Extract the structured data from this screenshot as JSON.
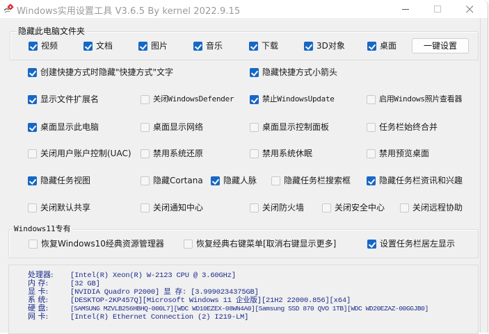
{
  "window": {
    "title": "Windows实用设置工具 V3.6.5 By kernel 2022.9.15",
    "controls": {
      "minimize": "minimize",
      "maximize": "maximize",
      "close": "close"
    }
  },
  "hide_folders_group": {
    "title": "隐藏此电脑文件夹",
    "items": [
      {
        "label": "视频",
        "checked": true
      },
      {
        "label": "文档",
        "checked": true
      },
      {
        "label": "图片",
        "checked": true
      },
      {
        "label": "音乐",
        "checked": true
      },
      {
        "label": "下载",
        "checked": true
      },
      {
        "label": "3D对象",
        "checked": true
      },
      {
        "label": "桌面",
        "checked": true
      }
    ],
    "apply_button": "一键设置"
  },
  "options": [
    {
      "label": "创建快捷方式时隐藏\"快捷方式\"文字",
      "checked": true
    },
    {
      "label": "隐藏快捷方式小箭头",
      "checked": true
    },
    {
      "label": "显示文件扩展名",
      "checked": true
    },
    {
      "label": "关闭WindowsDefender",
      "checked": false
    },
    {
      "label": "禁止WindowsUpdate",
      "checked": true
    },
    {
      "label": "启用Windows照片查看器",
      "checked": false
    },
    {
      "label": "桌面显示此电脑",
      "checked": true
    },
    {
      "label": "桌面显示网络",
      "checked": false
    },
    {
      "label": "桌面显示控制面板",
      "checked": false
    },
    {
      "label": "任务栏始终合并",
      "checked": false
    },
    {
      "label": "关闭用户账户控制(UAC)",
      "checked": false
    },
    {
      "label": "禁用系统还原",
      "checked": false
    },
    {
      "label": "禁用系统休眠",
      "checked": false
    },
    {
      "label": "禁用预览桌面",
      "checked": false
    },
    {
      "label": "隐藏任务视图",
      "checked": true
    },
    {
      "label": "隐藏Cortana",
      "checked": false
    },
    {
      "label": "隐藏人脉",
      "checked": true
    },
    {
      "label": "隐藏任务栏搜索框",
      "checked": false
    },
    {
      "label": "隐藏任务栏资讯和兴趣",
      "checked": true
    },
    {
      "label": "关闭默认共享",
      "checked": false
    },
    {
      "label": "关闭通知中心",
      "checked": false
    },
    {
      "label": "关闭防火墙",
      "checked": false
    },
    {
      "label": "关闭安全中心",
      "checked": false
    },
    {
      "label": "关闭远程协助",
      "checked": false
    }
  ],
  "win11_group": {
    "title": "Windows11专有",
    "items": [
      {
        "label": "恢复Windows10经典资源管理器",
        "checked": false
      },
      {
        "label": "恢复经典右键菜单[取消右键显示更多]",
        "checked": false
      },
      {
        "label": "设置任务栏居左显示",
        "checked": true
      }
    ]
  },
  "system_info": [
    {
      "key": "处理器:",
      "value": "[Intel(R) Xeon(R) W-2123 CPU @ 3.60GHz]"
    },
    {
      "key": "内  存:",
      "value": "[32 GB]"
    },
    {
      "key": "显  卡:",
      "value": "[NVIDIA Quadro P2000]  显 存: [3.9990234375GB]"
    },
    {
      "key": "系  统:",
      "value": "[DESKTOP-2KP457Q][Microsoft Windows 11 企业版][21H2 22000.856][x64]"
    },
    {
      "key": "硬  盘:",
      "value": "[SAMSUNG MZVLB256HBHQ-000L7][WDC WD10EZEX-08WN4A0][Samsung SSD 870 QVO 1TB][WDC WD20EZAZ-00GGJB0]"
    },
    {
      "key": "网  卡:",
      "value": "[Intel(R) Ethernet Connection (2) I219-LM]"
    }
  ],
  "colors": {
    "accent": "#1767c5",
    "window_bg": "#f0f0f0",
    "info_text": "#1a2b8a",
    "title_text": "#9a9a9a"
  }
}
